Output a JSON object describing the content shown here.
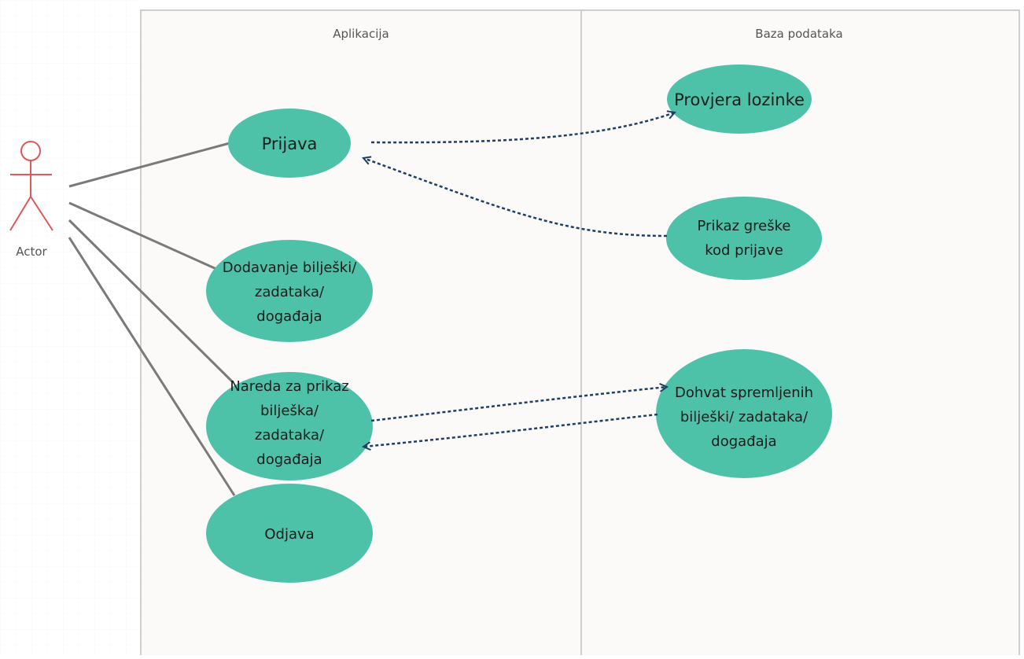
{
  "colors": {
    "usecase_fill": "#4ec2a8",
    "actor": "#e05858",
    "association": "#7a7a7a",
    "dependency": "#1f3f66",
    "lane_border": "#cfcfcf",
    "lane_background": "#fbfaf9"
  },
  "swimlanes": [
    {
      "id": "app",
      "title": "Aplikacija"
    },
    {
      "id": "db",
      "title": "Baza podataka"
    }
  ],
  "actor": {
    "label": "Actor"
  },
  "usecases": [
    {
      "id": "prijava",
      "lines": [
        "Prijava"
      ]
    },
    {
      "id": "dodavanje",
      "lines": [
        "Dodavanje bilješki/",
        "zadataka/",
        "događaja"
      ]
    },
    {
      "id": "nareda",
      "lines": [
        "Nareda za prikaz",
        "bilješka/",
        "zadataka/",
        "događaja"
      ]
    },
    {
      "id": "odjava",
      "lines": [
        "Odjava"
      ]
    },
    {
      "id": "provjera",
      "lines": [
        "Provjera lozinke"
      ]
    },
    {
      "id": "greska",
      "lines": [
        "Prikaz greške",
        "kod prijave"
      ]
    },
    {
      "id": "dohvat",
      "lines": [
        "Dohvat spremljenih",
        "bilješki/ zadataka/",
        "događaja"
      ]
    }
  ],
  "associations": [
    {
      "from": "actor",
      "to": "prijava"
    },
    {
      "from": "actor",
      "to": "dodavanje"
    },
    {
      "from": "actor",
      "to": "nareda"
    },
    {
      "from": "actor",
      "to": "odjava"
    }
  ],
  "dependencies": [
    {
      "from": "prijava",
      "to": "provjera",
      "style": "dashed-arrow"
    },
    {
      "from": "greska",
      "to": "prijava",
      "style": "dashed-arrow"
    },
    {
      "from": "nareda",
      "to": "dohvat",
      "style": "dashed-arrow"
    },
    {
      "from": "dohvat",
      "to": "nareda",
      "style": "dashed-arrow"
    }
  ]
}
